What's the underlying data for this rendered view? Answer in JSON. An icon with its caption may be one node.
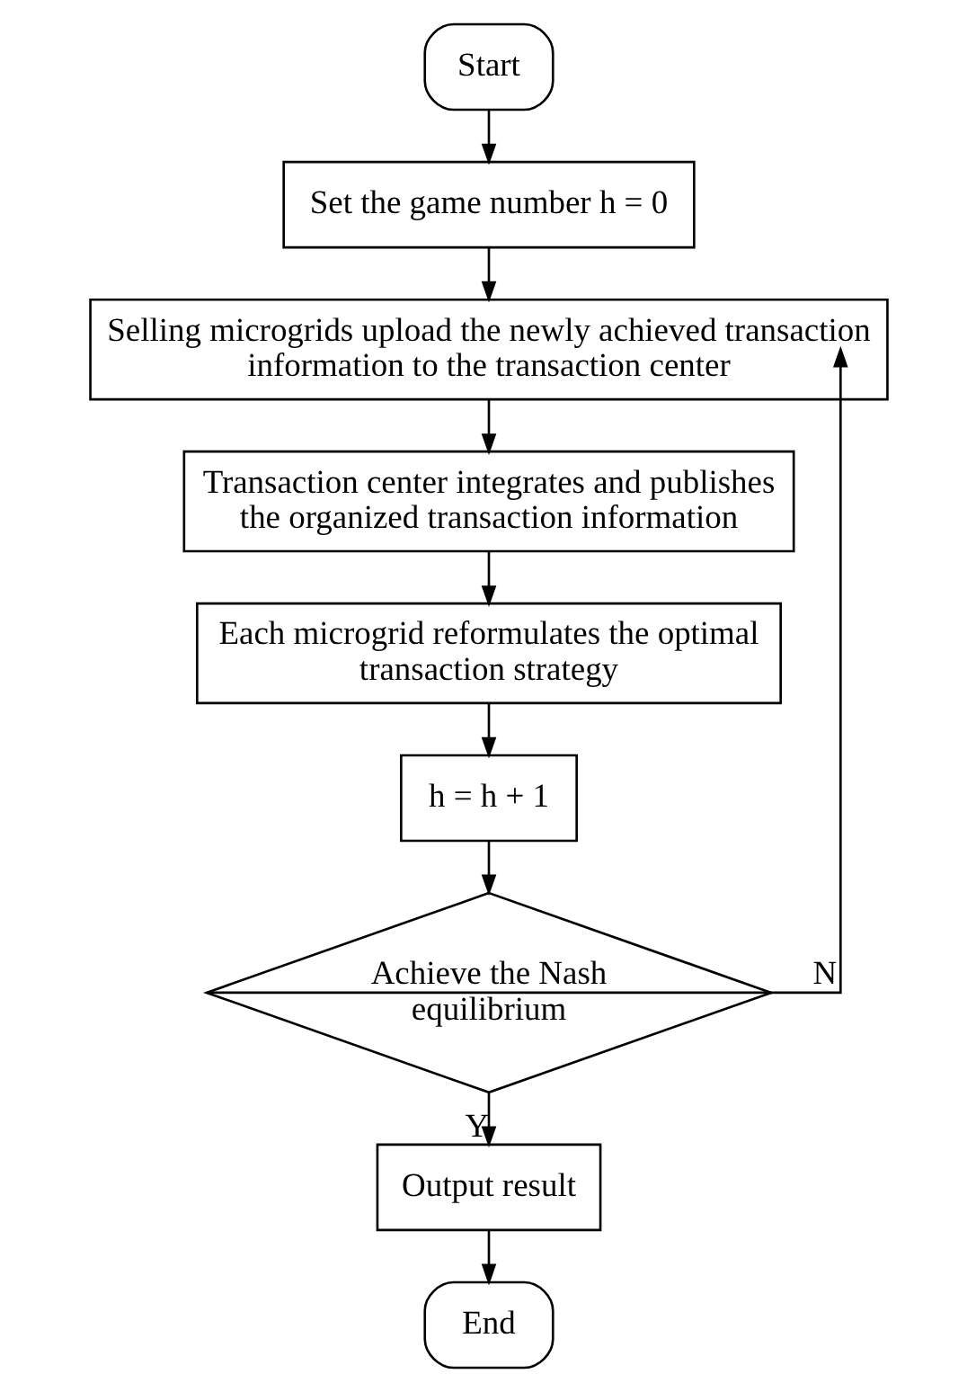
{
  "diagram": {
    "nodes": [
      {
        "text": [
          "Start"
        ]
      },
      {
        "text": [
          "Set the game number h = 0"
        ]
      },
      {
        "text": [
          "Selling microgrids upload the newly achieved transaction information to the transaction center"
        ]
      },
      {
        "text": [
          "Transaction center integrates and publishes the organized transaction information"
        ]
      },
      {
        "text": [
          "Each microgrid reformulates the optimal transaction strategy"
        ]
      },
      {
        "text": [
          "h = h + 1"
        ]
      },
      {
        "text": [
          "Achieve the Nash equilibrium"
        ]
      },
      {
        "text": [
          "Output result"
        ]
      },
      {
        "text": [
          "End"
        ]
      }
    ],
    "edges": [
      {
        "from": 0,
        "to": 1,
        "arrow": "to"
      },
      {
        "from": 1,
        "to": 2,
        "arrow": "to"
      },
      {
        "from": 2,
        "to": 3,
        "arrow": "to"
      },
      {
        "from": 3,
        "to": 4,
        "arrow": "to"
      },
      {
        "from": 4,
        "to": 5,
        "arrow": "to"
      },
      {
        "from": 5,
        "to": 6,
        "arrow": "to"
      },
      {
        "from": 6,
        "to": 2,
        "arrow": "to",
        "label": "N"
      },
      {
        "from": 6,
        "to": 7,
        "arrow": "to",
        "label": "Y"
      },
      {
        "from": 7,
        "to": 8,
        "arrow": "to"
      }
    ]
  }
}
